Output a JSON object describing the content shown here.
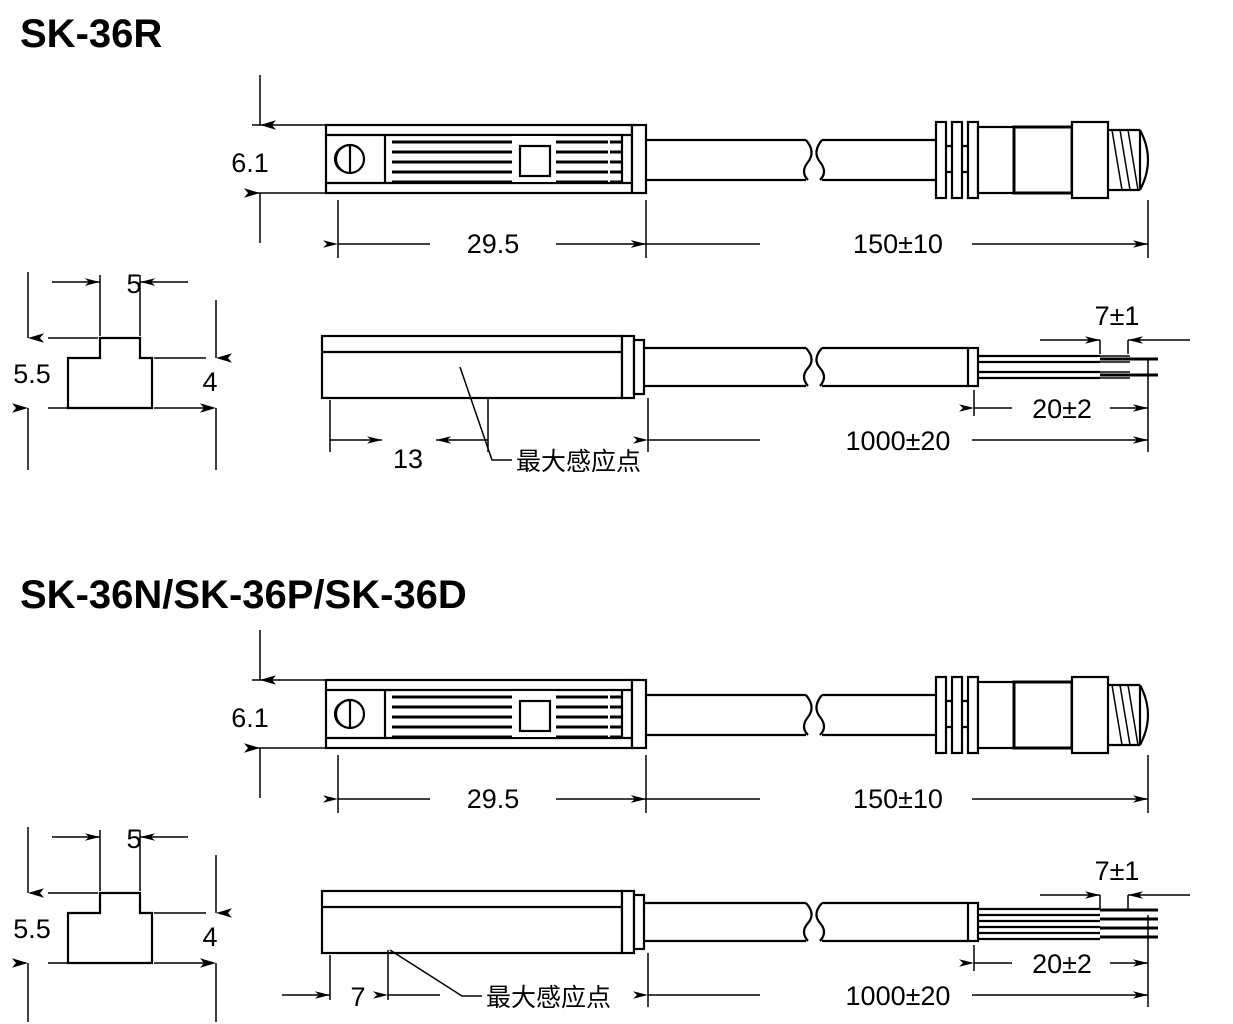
{
  "drawing": {
    "type": "mechanical-dimension-drawing",
    "units": "mm",
    "line_color": "#000000",
    "background_color": "#ffffff"
  },
  "sections": [
    {
      "id": "sk-36r",
      "title": "SK-36R",
      "cable_type": "2-wire",
      "wire_count": 2,
      "views": {
        "cross_section": {
          "dims": {
            "width_top": "5",
            "height_total": "5.5",
            "height_body": "4"
          }
        },
        "top_view": {
          "dims": {
            "body_height": "6.1",
            "body_length": "29.5",
            "cable_length": "150±10"
          }
        },
        "side_view": {
          "dims": {
            "sensing_point": "13",
            "cable_length": "1000±20",
            "strip_length": "20±2",
            "bare_length": "7±1"
          },
          "annotation": "最大感应点"
        }
      }
    },
    {
      "id": "sk-36n-p-d",
      "title": "SK-36N/SK-36P/SK-36D",
      "cable_type": "4-wire",
      "wire_count": 4,
      "views": {
        "cross_section": {
          "dims": {
            "width_top": "5",
            "height_total": "5.5",
            "height_body": "4"
          }
        },
        "top_view": {
          "dims": {
            "body_height": "6.1",
            "body_length": "29.5",
            "cable_length": "150±10"
          }
        },
        "side_view": {
          "dims": {
            "sensing_point": "7",
            "cable_length": "1000±20",
            "strip_length": "20±2",
            "bare_length": "7±1"
          },
          "annotation": "最大感应点"
        }
      }
    }
  ],
  "labels": {
    "t_6_1_a": "6.1",
    "t_29_5_a": "29.5",
    "t_150_a": "150±10",
    "t_5_a": "5",
    "t_5_5_a": "5.5",
    "t_4_a": "4",
    "t_13_a": "13",
    "t_1000_a": "1000±20",
    "t_20_a": "20±2",
    "t_7pm1_a": "7±1",
    "t_cjk_a": "最大感应点",
    "t_6_1_b": "6.1",
    "t_29_5_b": "29.5",
    "t_150_b": "150±10",
    "t_5_b": "5",
    "t_5_5_b": "5.5",
    "t_4_b": "4",
    "t_7_b": "7",
    "t_1000_b": "1000±20",
    "t_20_b": "20±2",
    "t_7pm1_b": "7±1",
    "t_cjk_b": "最大感应点",
    "title_a": "SK-36R",
    "title_b": "SK-36N/SK-36P/SK-36D"
  }
}
